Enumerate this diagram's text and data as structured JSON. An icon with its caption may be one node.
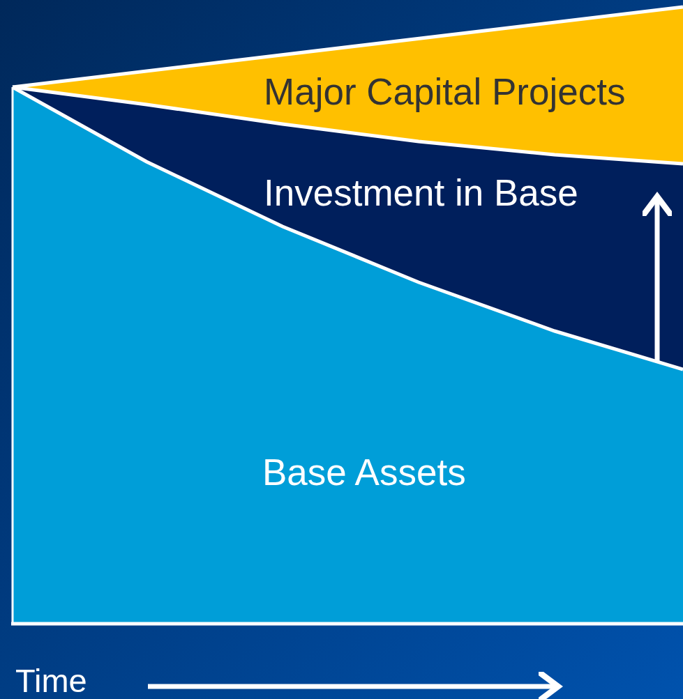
{
  "diagram": {
    "nodes": [
      {
        "text": [
          "Major Capital Projects"
        ]
      },
      {
        "text": [
          "Investment in Base"
        ]
      },
      {
        "text": [
          "Base Assets"
        ]
      }
    ],
    "labels": [
      "Time"
    ]
  }
}
